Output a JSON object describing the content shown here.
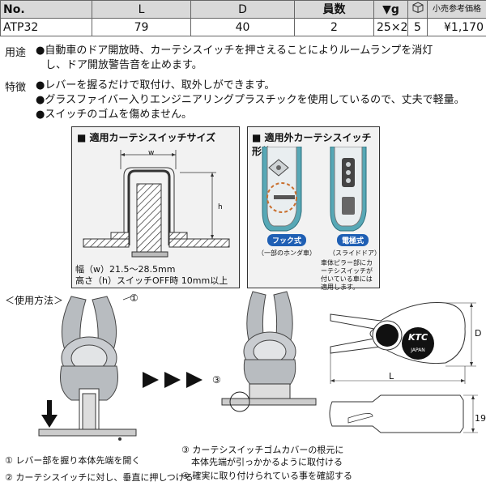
{
  "table": {
    "headers": [
      "No.",
      "L",
      "D",
      "員数",
      "▼g",
      "",
      "小売参考価格"
    ],
    "row": [
      "ATP32",
      "79",
      "40",
      "2",
      "25×2",
      "5",
      "¥1,170"
    ]
  },
  "usage": {
    "label": "用途",
    "lines": [
      "●自動車のドア開放時、カーテシスイッチを押さえることによりルームランプを消灯",
      "し、ドア開放警告音を止めます。"
    ]
  },
  "features": {
    "label": "特徴",
    "items": [
      "●レバーを握るだけで取付け、取外しができます。",
      "●グラスファイバー入りエンジニアリングプラスチックを使用しているので、丈夫で軽量。",
      "●スイッチのゴムを傷めません。"
    ]
  },
  "panel_left": {
    "title": "■ 適用カーテシスイッチサイズ",
    "w_label": "w",
    "h_label": "h",
    "note1": "幅（w）21.5～28.5mm",
    "note2": "高さ（h）スイッチOFF時 10mm以上"
  },
  "panel_right": {
    "title": "■ 適用外カーテシスイッチ形状",
    "hook_badge": "フック式",
    "hook_caption": "（一部のホンダ車）",
    "elec_badge": "電極式",
    "elec_caption": "（スライドドア）",
    "elec_note": "車体ピラー部にカーテシスイッチが付いている車には適用します。",
    "badge_color": "#1f5fb4"
  },
  "howto": {
    "title": "＜使用方法＞",
    "num1": "①",
    "num3": "③",
    "logo_text": "KTC",
    "logo_sub": "JAPAN",
    "dim_d": "D",
    "dim_l": "L",
    "dim_19": "19",
    "steps": [
      "① レバー部を握り本体先端を開く",
      "② カーテシスイッチに対し、垂直に押しつける",
      "③ カーテシスイッチゴムカバーの根元に",
      "本体先端が引っかかるように取付ける",
      "④ 確実に取り付けられている事を確認する"
    ]
  }
}
